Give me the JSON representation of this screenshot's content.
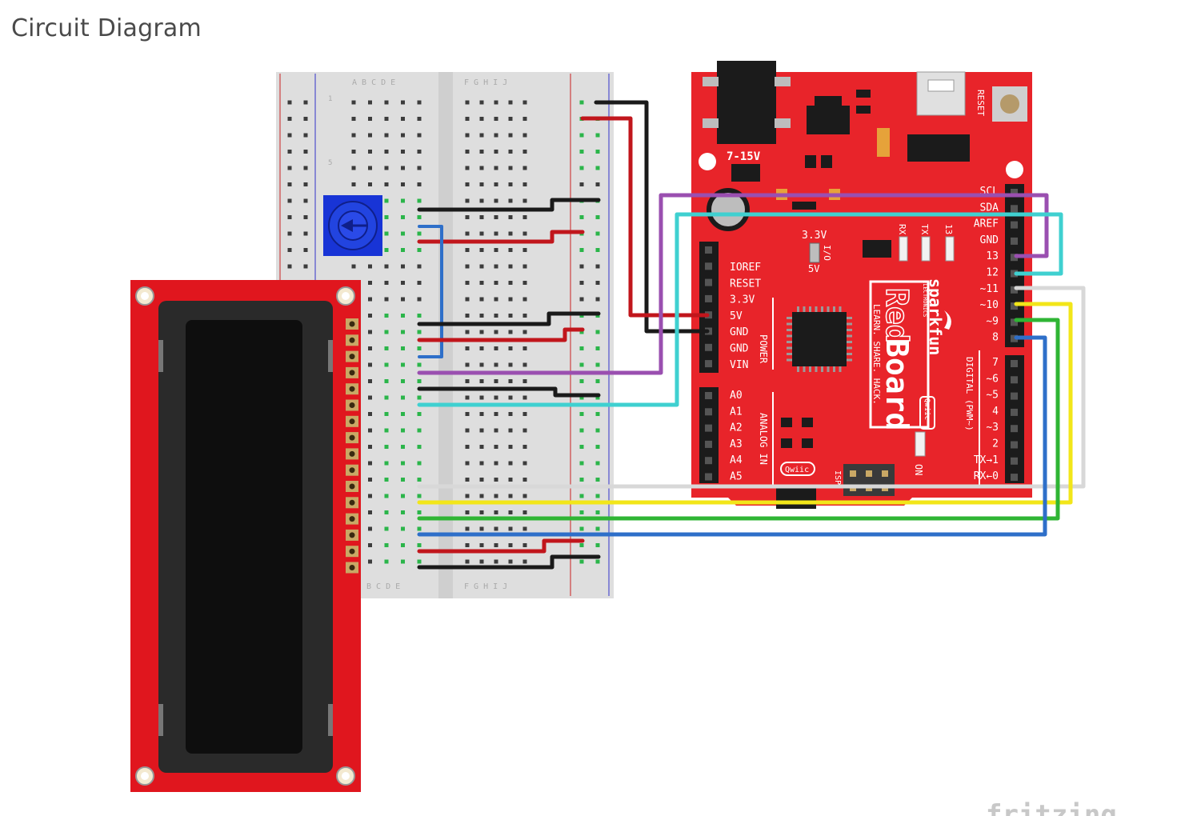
{
  "page": {
    "heading": "Circuit Diagram"
  },
  "breadboard": {
    "top_letters_left": "A B C D E",
    "top_letters_right": "F G H I J",
    "bottom_letters_left": "B C D E",
    "bottom_letters_right": "F G H I J",
    "row_1": "1",
    "row_5": "5"
  },
  "board": {
    "power_jack": "7-15V",
    "reset": "RESET",
    "rx": "RX",
    "tx": "TX",
    "led_13": "13",
    "volt_33": "3.3V",
    "io": "I/O",
    "volt_5": "5V",
    "brand": "sparkfun",
    "brand_sub": "ELECTRONICS",
    "name_red": "Red",
    "name_board": "Board",
    "tagline": "LEARN. SHARE. HACK.",
    "qwiic_1": "Qwiic",
    "qwiic_2": "Qwiic",
    "on": "ON",
    "isp": "ISP",
    "power_group": "POWER",
    "analog_group": "ANALOG IN",
    "digital_group": "DIGITAL (PWM~)",
    "power_pins": [
      "IOREF",
      "RESET",
      "3.3V",
      "5V",
      "GND",
      "GND",
      "VIN"
    ],
    "analog_pins": [
      "A0",
      "A1",
      "A2",
      "A3",
      "A4",
      "A5"
    ],
    "top_header_pins": [
      "SCL",
      "SDA",
      "AREF",
      "GND",
      "13",
      "12",
      "~11",
      "~10",
      "~9",
      "8"
    ],
    "bottom_header_pins": [
      "7",
      "~6",
      "~5",
      "4",
      "~3",
      "2",
      "TX→1",
      "RX←0"
    ]
  },
  "watermark": "fritzing",
  "colors": {
    "board_red": "#e8242a",
    "lcd_red": "#e0161e",
    "breadboard": "#dcdcdc",
    "wire_black": "#1a1a1a",
    "wire_red": "#c1161c",
    "wire_blue": "#2e6fc9",
    "wire_purple": "#9a4fb0",
    "wire_cyan": "#3fd0d0",
    "wire_white": "#d8d8d8",
    "wire_yellow": "#f2e619",
    "wire_green": "#2fb534",
    "pot_blue": "#1834d6"
  }
}
